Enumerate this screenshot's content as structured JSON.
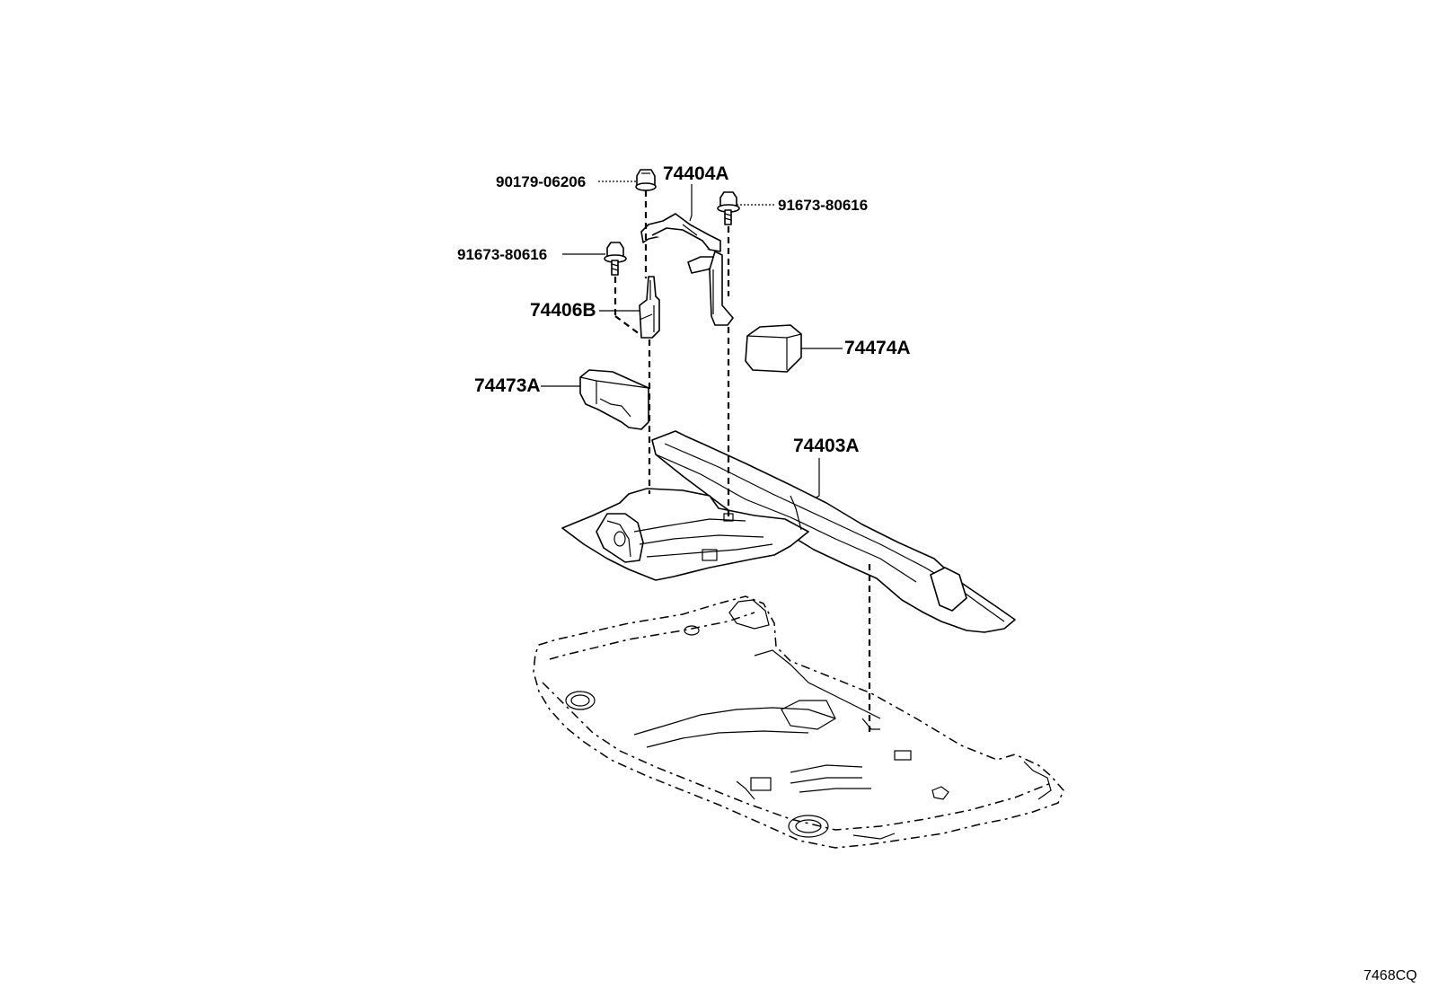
{
  "parts": {
    "nut": "90179-06206",
    "bracket": "74404A",
    "bolt_right": "91673-80616",
    "bolt_left": "91673-80616",
    "stay": "74406B",
    "pad_right": "74474A",
    "pad_left": "74473A",
    "tray": "74403A"
  },
  "reference_code": "7468CQ"
}
